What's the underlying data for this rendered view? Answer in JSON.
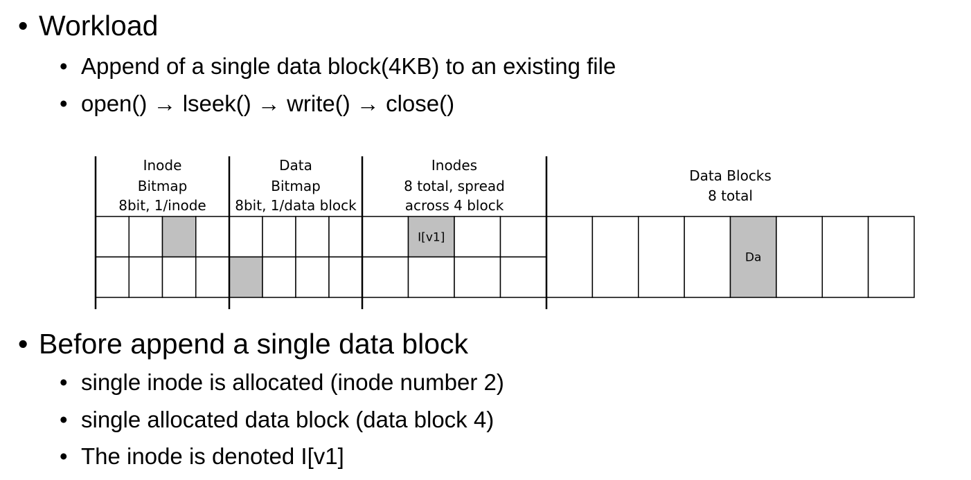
{
  "bullets": [
    {
      "level": 1,
      "text": "Workload"
    },
    {
      "level": 2,
      "text": "Append of a single data block(4KB) to an existing file"
    },
    {
      "level": 2,
      "text": "open() → lseek() → write() → close()"
    },
    {
      "level": 1,
      "text": "Before append a single data block"
    },
    {
      "level": 2,
      "text": "single inode is allocated (inode number 2)"
    },
    {
      "level": 2,
      "text": "single allocated data block (data block 4)"
    },
    {
      "level": 2,
      "text": "The inode is denoted I[v1]"
    }
  ],
  "bullet_glyph": "•",
  "diagram": {
    "regions": [
      {
        "name": "inode-bitmap",
        "header": [
          "Inode",
          "Bitmap",
          "8bit, 1/inode"
        ],
        "rows": 2,
        "cols": 4,
        "filled": [
          [
            0,
            2
          ]
        ],
        "labels": []
      },
      {
        "name": "data-bitmap",
        "header": [
          "Data",
          "Bitmap",
          "8bit, 1/data block"
        ],
        "rows": 2,
        "cols": 4,
        "filled": [
          [
            1,
            0
          ]
        ],
        "labels": []
      },
      {
        "name": "inodes",
        "header": [
          "Inodes",
          "8 total, spread",
          "across 4 block"
        ],
        "rows": 2,
        "cols": 4,
        "filled": [
          [
            0,
            1
          ]
        ],
        "labels": [
          {
            "row": 0,
            "col": 1,
            "text": "I[v1]"
          }
        ]
      },
      {
        "name": "data-blocks",
        "header": [
          "Data Blocks",
          "8 total"
        ],
        "rows": 1,
        "cols": 8,
        "filled": [
          [
            0,
            4
          ]
        ],
        "labels": [
          {
            "row": 0,
            "col": 4,
            "text": "Da"
          }
        ]
      }
    ],
    "colors": {
      "filled": "#c0c0c0",
      "empty": "#ffffff",
      "line": "#000000"
    }
  }
}
